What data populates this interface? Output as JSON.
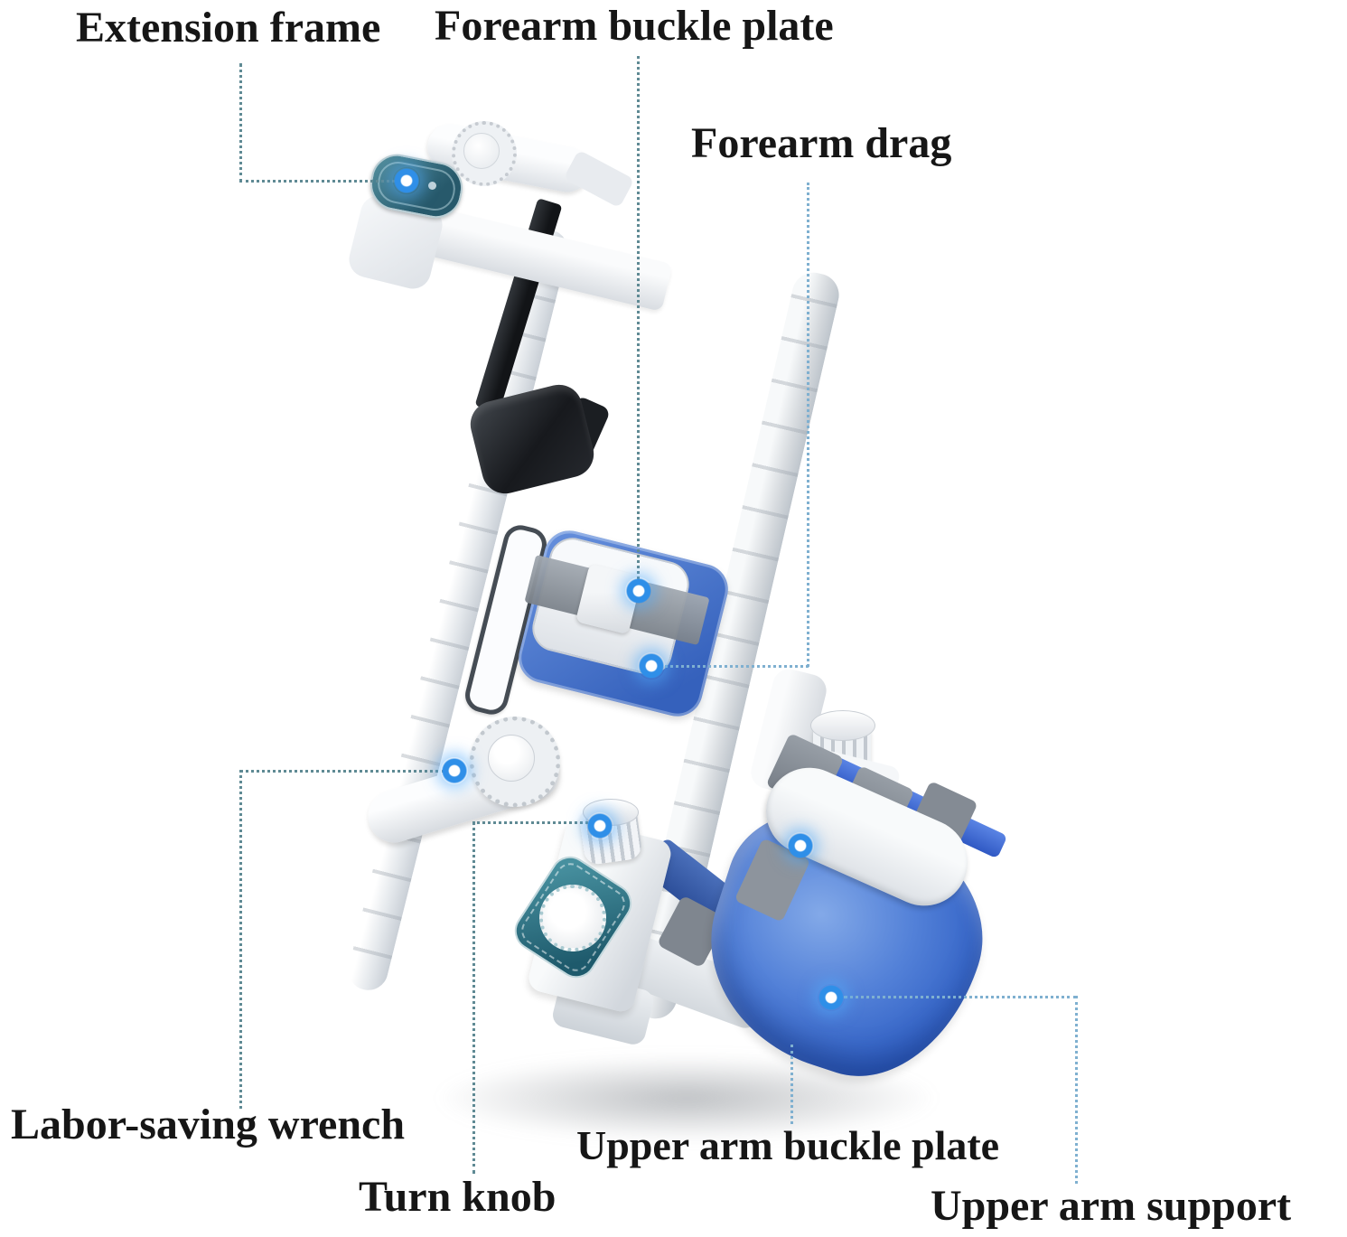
{
  "diagram": {
    "labels": {
      "extension_frame": "Extension frame",
      "forearm_buckle_plate": "Forearm buckle plate",
      "forearm_drag": "Forearm drag",
      "labor_saving_wrench": "Labor-saving wrench",
      "turn_knob": "Turn knob",
      "upper_arm_buckle_plate": "Upper arm buckle plate",
      "upper_arm_support": "Upper arm support"
    },
    "markers": {
      "count": 7,
      "style": "glow-dot"
    },
    "colors": {
      "background": "#ffffff",
      "text": "#161616",
      "leader_teal": "#5f8a94",
      "leader_blue": "#7fb0d0",
      "marker_blue": "#2f8fe8",
      "device_white": "#f2f4f7",
      "device_blue": "#3f6fd0",
      "device_navy": "#31549e",
      "device_teal": "#2e7487",
      "strap_black": "#17191c",
      "strap_gray": "#8d949d"
    }
  }
}
